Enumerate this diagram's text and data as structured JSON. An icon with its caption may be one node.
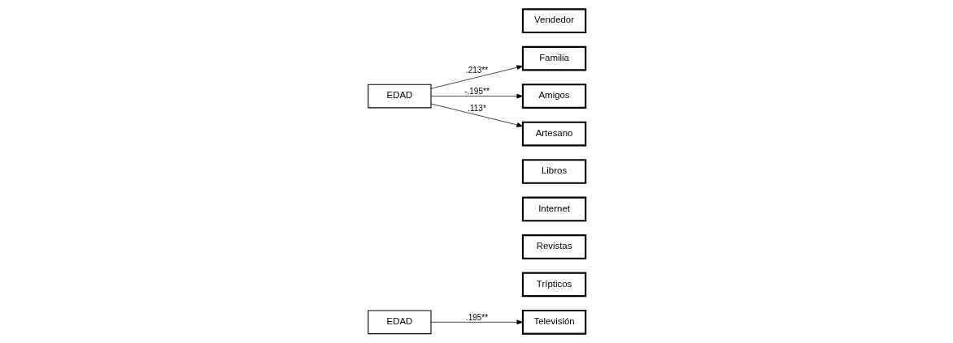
{
  "diagram": {
    "nodes": [
      {
        "text": [
          "EDAD"
        ]
      },
      {
        "text": [
          "Televisión"
        ]
      },
      {
        "text": [
          "Trípticos"
        ]
      },
      {
        "text": [
          "Revistas"
        ]
      },
      {
        "text": [
          "Internet"
        ]
      },
      {
        "text": [
          "Libros"
        ]
      },
      {
        "text": [
          "EDAD"
        ]
      },
      {
        "text": [
          "Familia"
        ]
      },
      {
        "text": [
          "Amigos"
        ]
      },
      {
        "text": [
          "Vendedor"
        ]
      },
      {
        "text": [
          "Artesano"
        ]
      }
    ],
    "edges": [
      {
        "from": 0,
        "to": 1,
        "arrow": "to",
        "label": ".195**"
      },
      {
        "from": 6,
        "to": 7,
        "arrow": "to",
        "label": ".213**"
      },
      {
        "from": 6,
        "to": 8,
        "arrow": "to",
        "label": "-.195**"
      },
      {
        "from": 6,
        "to": 10,
        "arrow": "to",
        "label": ".113*"
      }
    ]
  }
}
